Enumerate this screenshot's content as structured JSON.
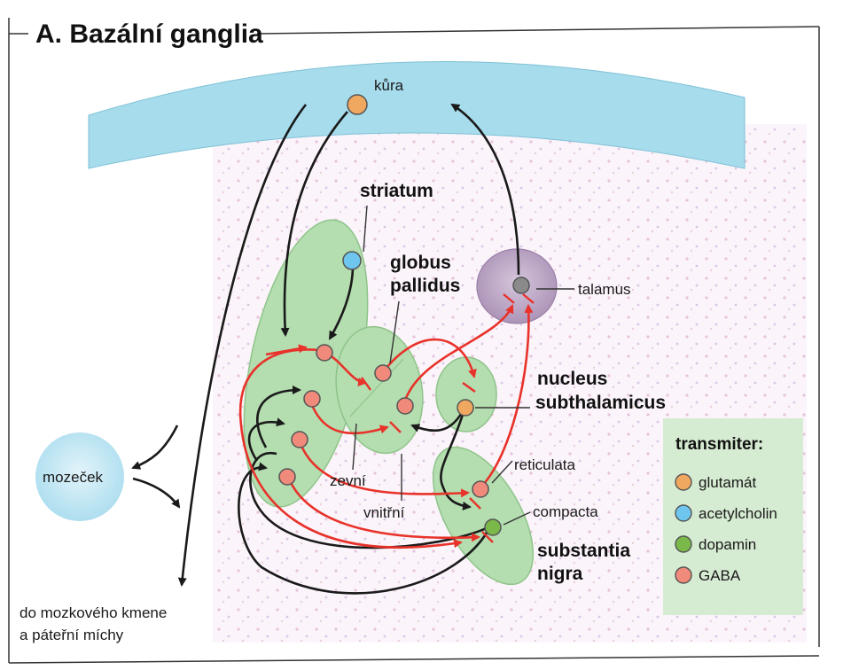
{
  "title": "A. Bazální ganglia",
  "labels": {
    "kura": "kůra",
    "striatum": "striatum",
    "globus_line1": "globus",
    "globus_line2": "pallidus",
    "talamus": "talamus",
    "nucleus_line1": "nucleus",
    "nucleus_line2": "subthalamicus",
    "reticulata": "reticulata",
    "compacta": "compacta",
    "substantia_line1": "substantia",
    "substantia_line2": "nigra",
    "zevni": "zevní",
    "vnitrni": "vnitřní",
    "mozecek": "mozeček",
    "descend_line1": "do mozkového kmene",
    "descend_line2": "a páteřní míchy"
  },
  "legend": {
    "title": "transmiter:",
    "items": [
      {
        "label": "glutamát",
        "color": "#f0a860"
      },
      {
        "label": "acetylcholin",
        "color": "#6ec6ee"
      },
      {
        "label": "dopamin",
        "color": "#7ab84a"
      },
      {
        "label": "GABA",
        "color": "#f08a7a"
      }
    ]
  },
  "colors": {
    "cortex": "#a6dcec",
    "nucleus_green": "#b4ddb0",
    "thalamus": "#b59cc0",
    "excitatory": "#1a1a1a",
    "inhibitory": "#e8322a",
    "legend_bg": "#d6ecd2"
  }
}
